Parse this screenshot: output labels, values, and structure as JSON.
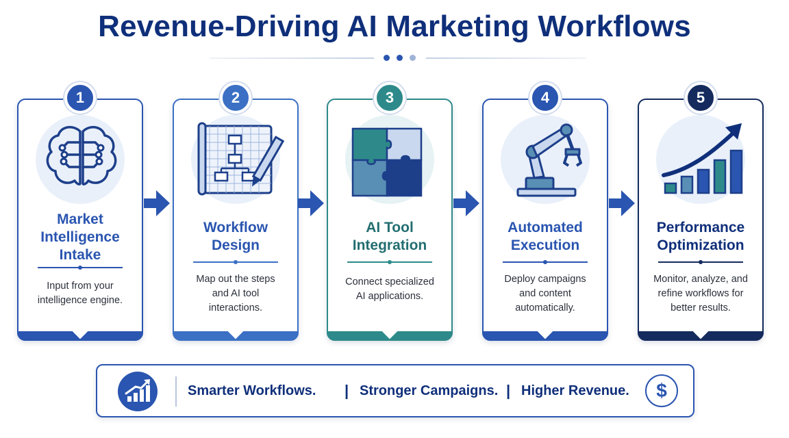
{
  "title": "Revenue-Driving AI Marketing Workflows",
  "colors": {
    "navy": "#0f2f7a",
    "blue": "#2a55b0",
    "mid_blue": "#3b70c4",
    "teal": "#2e8a8a",
    "dark_navy": "#152b5e"
  },
  "steps": [
    {
      "number": "1",
      "title_lines": [
        "Market",
        "Intelligence",
        "Intake"
      ],
      "desc_lines": [
        "Input from your",
        "intelligence engine."
      ],
      "icon": "brain-circuit-icon",
      "color": "#2a55b0"
    },
    {
      "number": "2",
      "title_lines": [
        "Workflow",
        "Design"
      ],
      "desc_lines": [
        "Map out the steps",
        "and AI tool",
        "interactions."
      ],
      "icon": "blueprint-flowchart-icon",
      "color": "#3b70c4"
    },
    {
      "number": "3",
      "title_lines": [
        "AI Tool",
        "Integration"
      ],
      "desc_lines": [
        "Connect specialized",
        "AI applications."
      ],
      "icon": "puzzle-icon",
      "color": "#2e8a8a"
    },
    {
      "number": "4",
      "title_lines": [
        "Automated",
        "Execution"
      ],
      "desc_lines": [
        "Deploy campaigns",
        "and content",
        "automatically."
      ],
      "icon": "robot-arm-icon",
      "color": "#2a55b0"
    },
    {
      "number": "5",
      "title_lines": [
        "Performance",
        "Optimization"
      ],
      "desc_lines": [
        "Monitor, analyze, and",
        "refine workflows for",
        "better results."
      ],
      "icon": "growth-chart-icon",
      "color": "#152b5e"
    }
  ],
  "footer": {
    "left_icon": "growth-chart-icon",
    "phrases": [
      "Smarter Workflows.",
      "Stronger Campaigns.",
      "Higher Revenue."
    ],
    "separator": "|",
    "right_icon": "dollar-icon",
    "right_glyph": "$"
  }
}
